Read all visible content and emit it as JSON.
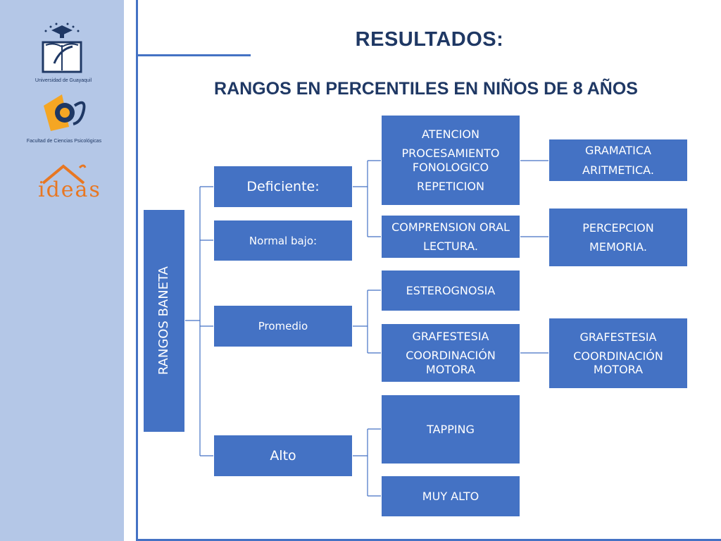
{
  "header": {
    "title": "RESULTADOS:",
    "subtitle": "RANGOS EN PERCENTILES EN NIÑOS DE 8 AÑOS"
  },
  "logos": {
    "university": "Universidad de Guayaquil",
    "faculty": "Facultad de Ciencias Psicológicas",
    "ideas": "ideas"
  },
  "colors": {
    "box": "#4472c4",
    "sidebar": "#b4c7e7",
    "title": "#1f3864",
    "ideas": "#e87722"
  },
  "diagram": {
    "root": "RANGOS BANETA",
    "levels": {
      "deficiente": "Deficiente:",
      "normal_bajo": "Normal bajo:",
      "promedio": "Promedio",
      "alto": "Alto"
    },
    "mid": {
      "def_box": [
        "ATENCION",
        "PROCESAMIENTO FONOLOGICO",
        "REPETICION"
      ],
      "comp_box": [
        "COMPRENSION ORAL",
        "LECTURA."
      ],
      "estero": "ESTEROGNOSIA",
      "grafe_box": [
        "GRAFESTESIA",
        "COORDINACIÓN MOTORA"
      ],
      "tapping": "TAPPING",
      "muy_alto": "MUY ALTO"
    },
    "right": {
      "gram_box": [
        "GRAMATICA",
        "ARITMETICA."
      ],
      "perc_box": [
        "PERCEPCION",
        "MEMORIA."
      ],
      "grafe_box2": [
        "GRAFESTESIA",
        "COORDINACIÓN MOTORA"
      ]
    }
  }
}
